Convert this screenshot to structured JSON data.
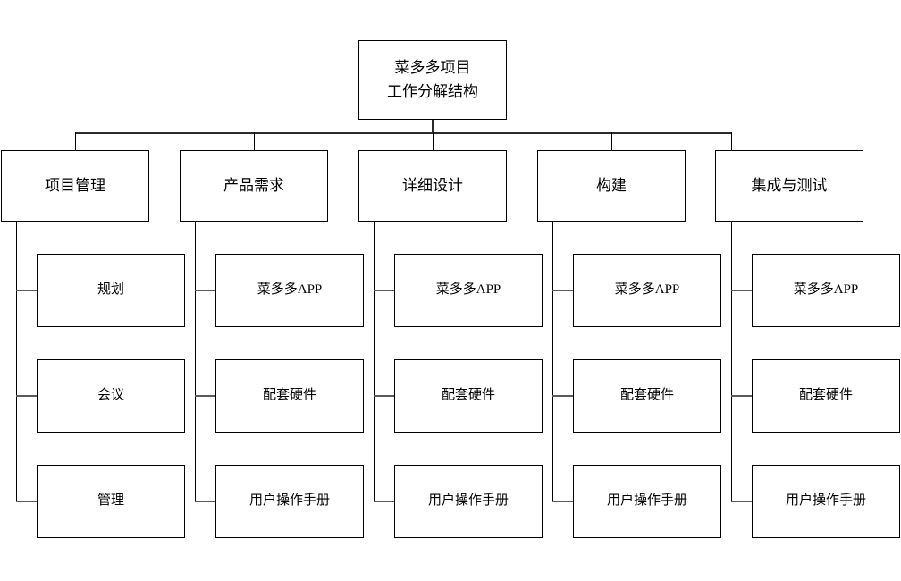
{
  "diagram": {
    "type": "work-breakdown-structure",
    "background_color": "#ffffff",
    "line_color": "#2b2b2b",
    "text_color": "#000000",
    "root": {
      "line1": "菜多多项目",
      "line2": "工作分解结构"
    },
    "columns": [
      {
        "parent": "项目管理",
        "children": [
          "规划",
          "会议",
          "管理"
        ]
      },
      {
        "parent": "产品需求",
        "children": [
          "菜多多APP",
          "配套硬件",
          "用户操作手册"
        ]
      },
      {
        "parent": "详细设计",
        "children": [
          "菜多多APP",
          "配套硬件",
          "用户操作手册"
        ]
      },
      {
        "parent": "构建",
        "children": [
          "菜多多APP",
          "配套硬件",
          "用户操作手册"
        ]
      },
      {
        "parent": "集成与测试",
        "children": [
          "菜多多APP",
          "配套硬件",
          "用户操作手册"
        ]
      }
    ]
  }
}
